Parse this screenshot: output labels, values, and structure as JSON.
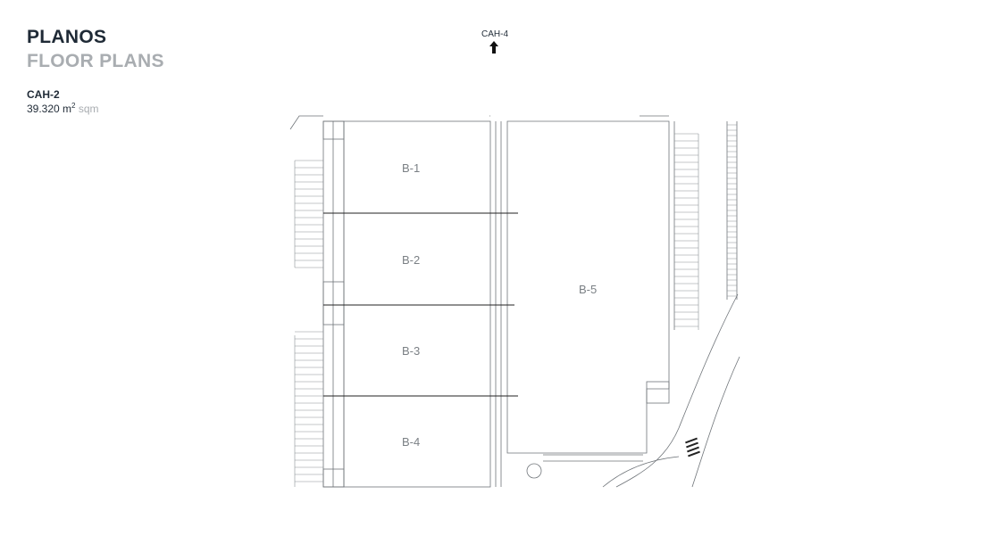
{
  "header": {
    "title": "PLANOS",
    "subtitle": "FLOOR PLANS"
  },
  "site": {
    "name": "CAH-2",
    "area_value": "39.320",
    "area_unit": "m",
    "area_unit_power": "2",
    "area_unit_en": "sqm"
  },
  "north_indicator": {
    "label": "CAH-4",
    "icon": "arrow-up-icon"
  },
  "plan": {
    "units": [
      "B-1",
      "B-2",
      "B-3",
      "B-4",
      "B-5"
    ]
  },
  "colors": {
    "text_dark": "#1f2a36",
    "text_grey": "#a9adb1",
    "plan_line": "#6f7479",
    "label_grey": "#7b8085"
  }
}
